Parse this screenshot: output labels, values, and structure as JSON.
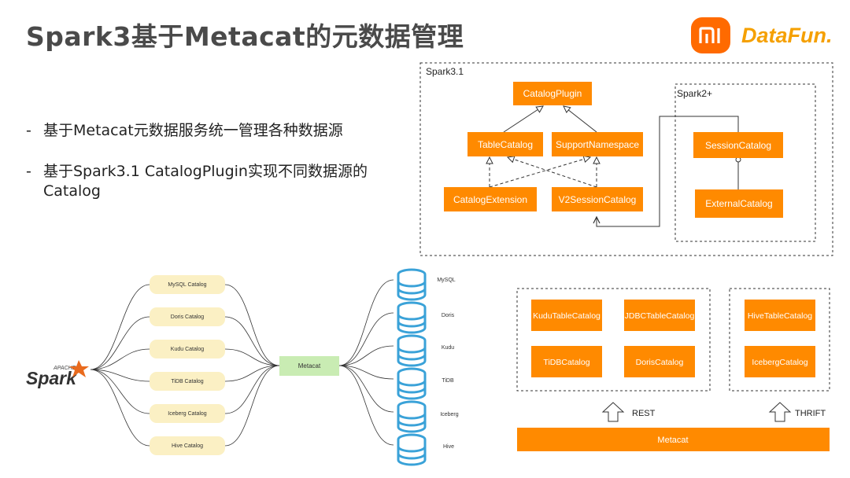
{
  "slide": {
    "title": "Spark3基于Metacat的元数据管理",
    "bullets": [
      {
        "dash": "-",
        "text": "基于Metacat元数据服务统一管理各种数据源"
      },
      {
        "dash": "-",
        "text": "基于Spark3.1 CatalogPlugin实现不同数据源的Catalog"
      }
    ]
  },
  "logos": {
    "mi": "mi",
    "datafun": "DataFun."
  },
  "class_diagram": {
    "region_spark31": "Spark3.1",
    "region_spark2": "Spark2+",
    "nodes": {
      "catalog_plugin": "CatalogPlugin",
      "table_catalog": "TableCatalog",
      "support_namespace": "SupportNamespace",
      "catalog_extension": "CatalogExtension",
      "v2_session_catalog": "V2SessionCatalog",
      "session_catalog": "SessionCatalog",
      "external_catalog": "ExternalCatalog"
    }
  },
  "flow_diagram": {
    "spark_logo_top": "APACHE",
    "spark_logo": "Spark",
    "catalogs": [
      "MySQL Catalog",
      "Doris Catalog",
      "Kudu Catalog",
      "TiDB Catalog",
      "Iceberg Catalog",
      "Hive Catalog"
    ],
    "hub": "Metacat",
    "sources": [
      "MySQL",
      "Doris",
      "Kudu",
      "TiDB",
      "Iceberg",
      "Hive"
    ]
  },
  "impl_diagram": {
    "rest_group": [
      "KuduTableCatalog",
      "JDBCTableCatalog",
      "TiDBCatalog",
      "DorisCatalog"
    ],
    "thrift_group": [
      "HiveTableCatalog",
      "IcebergCatalog"
    ],
    "rest_label": "REST",
    "thrift_label": "THRIFT",
    "base": "Metacat"
  },
  "colors": {
    "accent": "#ff8a00",
    "hub": "#c9ecb3",
    "catalog_pill": "#fbf0c4",
    "db": "#3aa2d8"
  }
}
